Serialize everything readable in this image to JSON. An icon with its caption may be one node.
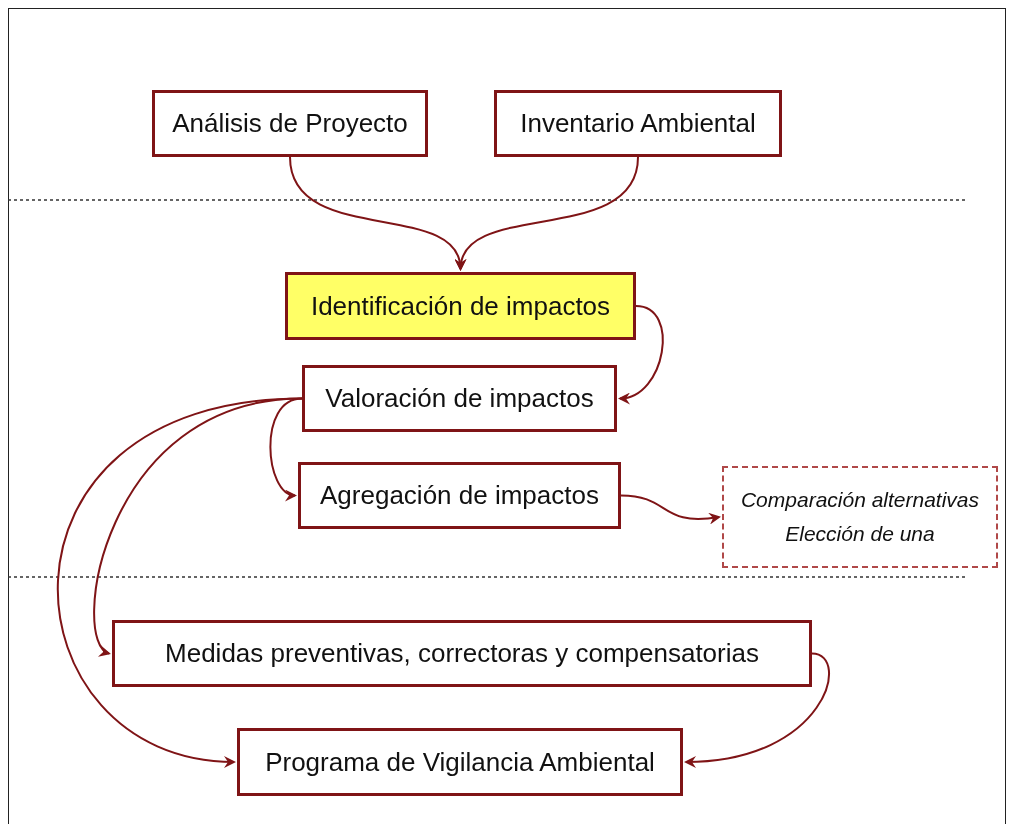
{
  "diagram": {
    "nodes": [
      {
        "text": [
          "Análisis de Proyecto"
        ]
      },
      {
        "text": [
          "Inventario Ambiental"
        ]
      },
      {
        "text": [
          "Identificación de impactos"
        ]
      },
      {
        "text": [
          "Valoración de impactos"
        ]
      },
      {
        "text": [
          "Agregación de impactos"
        ]
      },
      {
        "text": [
          "Comparación alternativas",
          "Elección de una"
        ]
      },
      {
        "text": [
          "Medidas preventivas, correctoras y compensatorias"
        ]
      },
      {
        "text": [
          "Programa de Vigilancia Ambiental"
        ]
      }
    ],
    "edges": [
      {
        "from": 0,
        "to": 2,
        "arrow": "to"
      },
      {
        "from": 1,
        "to": 2,
        "arrow": "to"
      },
      {
        "from": 2,
        "to": 3,
        "arrow": "to"
      },
      {
        "from": 3,
        "to": 4,
        "arrow": "to"
      },
      {
        "from": 3,
        "to": 6,
        "arrow": "to"
      },
      {
        "from": 3,
        "to": 7,
        "arrow": "to"
      },
      {
        "from": 4,
        "to": 5,
        "arrow": "to"
      },
      {
        "from": 6,
        "to": 7,
        "arrow": "to"
      }
    ]
  }
}
